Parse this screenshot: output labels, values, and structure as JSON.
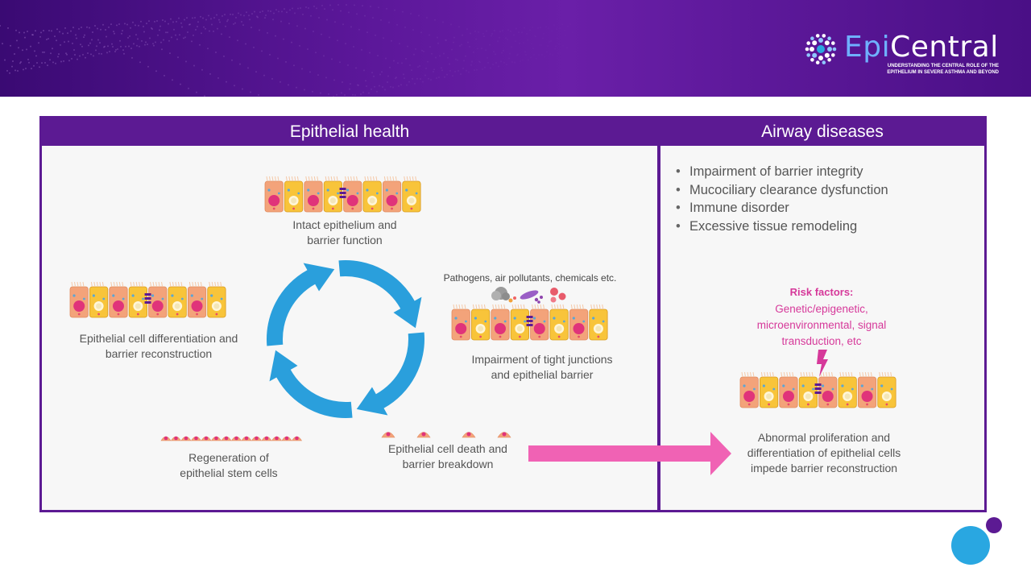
{
  "logo": {
    "brand": "EpiCentral",
    "brand_prefix": "Epi",
    "brand_suffix": "Central",
    "tagline_line1": "UNDERSTANDING THE CENTRAL ROLE OF THE",
    "tagline_line2": "EPITHELIUM IN SEVERE ASTHMA AND BEYOND"
  },
  "left_panel": {
    "title": "Epithelial health",
    "stages": {
      "intact_line1": "Intact epithelium and",
      "intact_line2": "barrier function",
      "differentiation_line1": "Epithelial cell differentiation and",
      "differentiation_line2": "barrier reconstruction",
      "pathogens": "Pathogens, air pollutants, chemicals etc.",
      "impairment_line1": "Impairment of tight junctions",
      "impairment_line2": "and epithelial barrier",
      "death_line1": "Epithelial cell death and",
      "death_line2": "barrier breakdown",
      "regeneration_line1": "Regeneration of",
      "regeneration_line2": "epithelial stem cells"
    }
  },
  "right_panel": {
    "title": "Airway diseases",
    "bullets": [
      "Impairment of barrier integrity",
      "Mucociliary clearance dysfunction",
      "Immune disorder",
      "Excessive tissue remodeling"
    ],
    "risk_title": "Risk factors:",
    "risk_line1": "Genetic/epigenetic,",
    "risk_line2": "microenvironmental, signal",
    "risk_line3": "transduction, etc",
    "outcome_line1": "Abnormal proliferation and",
    "outcome_line2": "differentiation of epithelial cells",
    "outcome_line3": "impede barrier reconstruction"
  },
  "colors": {
    "purple": "#5c1a93",
    "cycle_arrow": "#2a9fdc",
    "pink_arrow": "#f062b4",
    "risk_text": "#d6399a",
    "cell_orange": "#f3a37a",
    "cell_yellow": "#f8c43a",
    "nucleus": "#e0337a",
    "dot_blue": "#29a7e1",
    "dot_purple": "#5c1a93"
  }
}
